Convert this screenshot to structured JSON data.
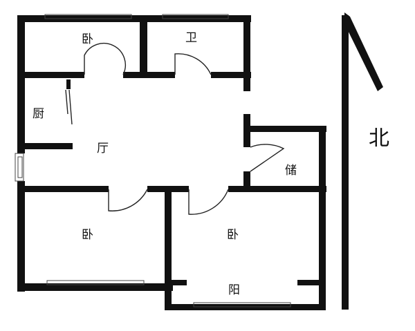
{
  "rooms": {
    "bedroom_top": "卧",
    "bathroom": "卫",
    "kitchen": "厨",
    "living": "厅",
    "storage": "储",
    "bedroom_bottom_left": "卧",
    "bedroom_bottom_right": "卧",
    "balcony": "阳"
  },
  "north": {
    "label": "北",
    "icon": "north-arrow-icon"
  },
  "colors": {
    "wall": "#111111",
    "background": "#ffffff"
  }
}
